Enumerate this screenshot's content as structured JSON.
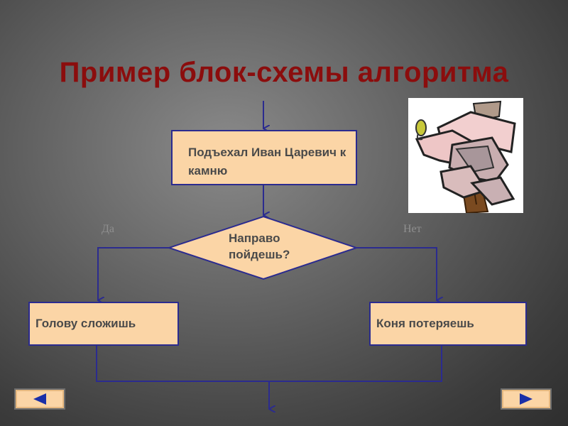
{
  "slide": {
    "title": "Пример блок-схемы алгоритма"
  },
  "flowchart": {
    "start_block": "Подъехал Иван Царевич к камню",
    "decision": "Направо пойдешь?",
    "yes_label": "Да",
    "no_label": "Нет",
    "yes_block": "Голову сложишь",
    "no_block": "Коня потеряешь"
  },
  "illustration": {
    "description_icon": "signpost-icon"
  },
  "navigation": {
    "prev_icon": "triangle-left-icon",
    "next_icon": "triangle-right-icon"
  },
  "colors": {
    "title": "#8b0d0d",
    "block_fill": "#fbd5a6",
    "block_border": "#2b2b8f",
    "connector": "#2b2b8f",
    "nav_arrow": "#1a2fa8"
  }
}
